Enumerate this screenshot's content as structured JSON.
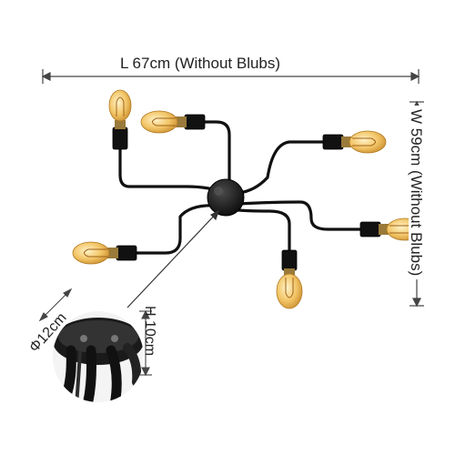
{
  "dimensions": {
    "length": "L 67cm (Without Blubs)",
    "width": "W 59cm (Without Blubs)",
    "diameter": "Φ12cm",
    "height": "H 10cm"
  },
  "product": {
    "arm_count": 6,
    "colors": {
      "metal": "#111111",
      "bulb_glass": "#f2c566",
      "filament": "#b8721e",
      "dimension_line": "#444444"
    }
  }
}
